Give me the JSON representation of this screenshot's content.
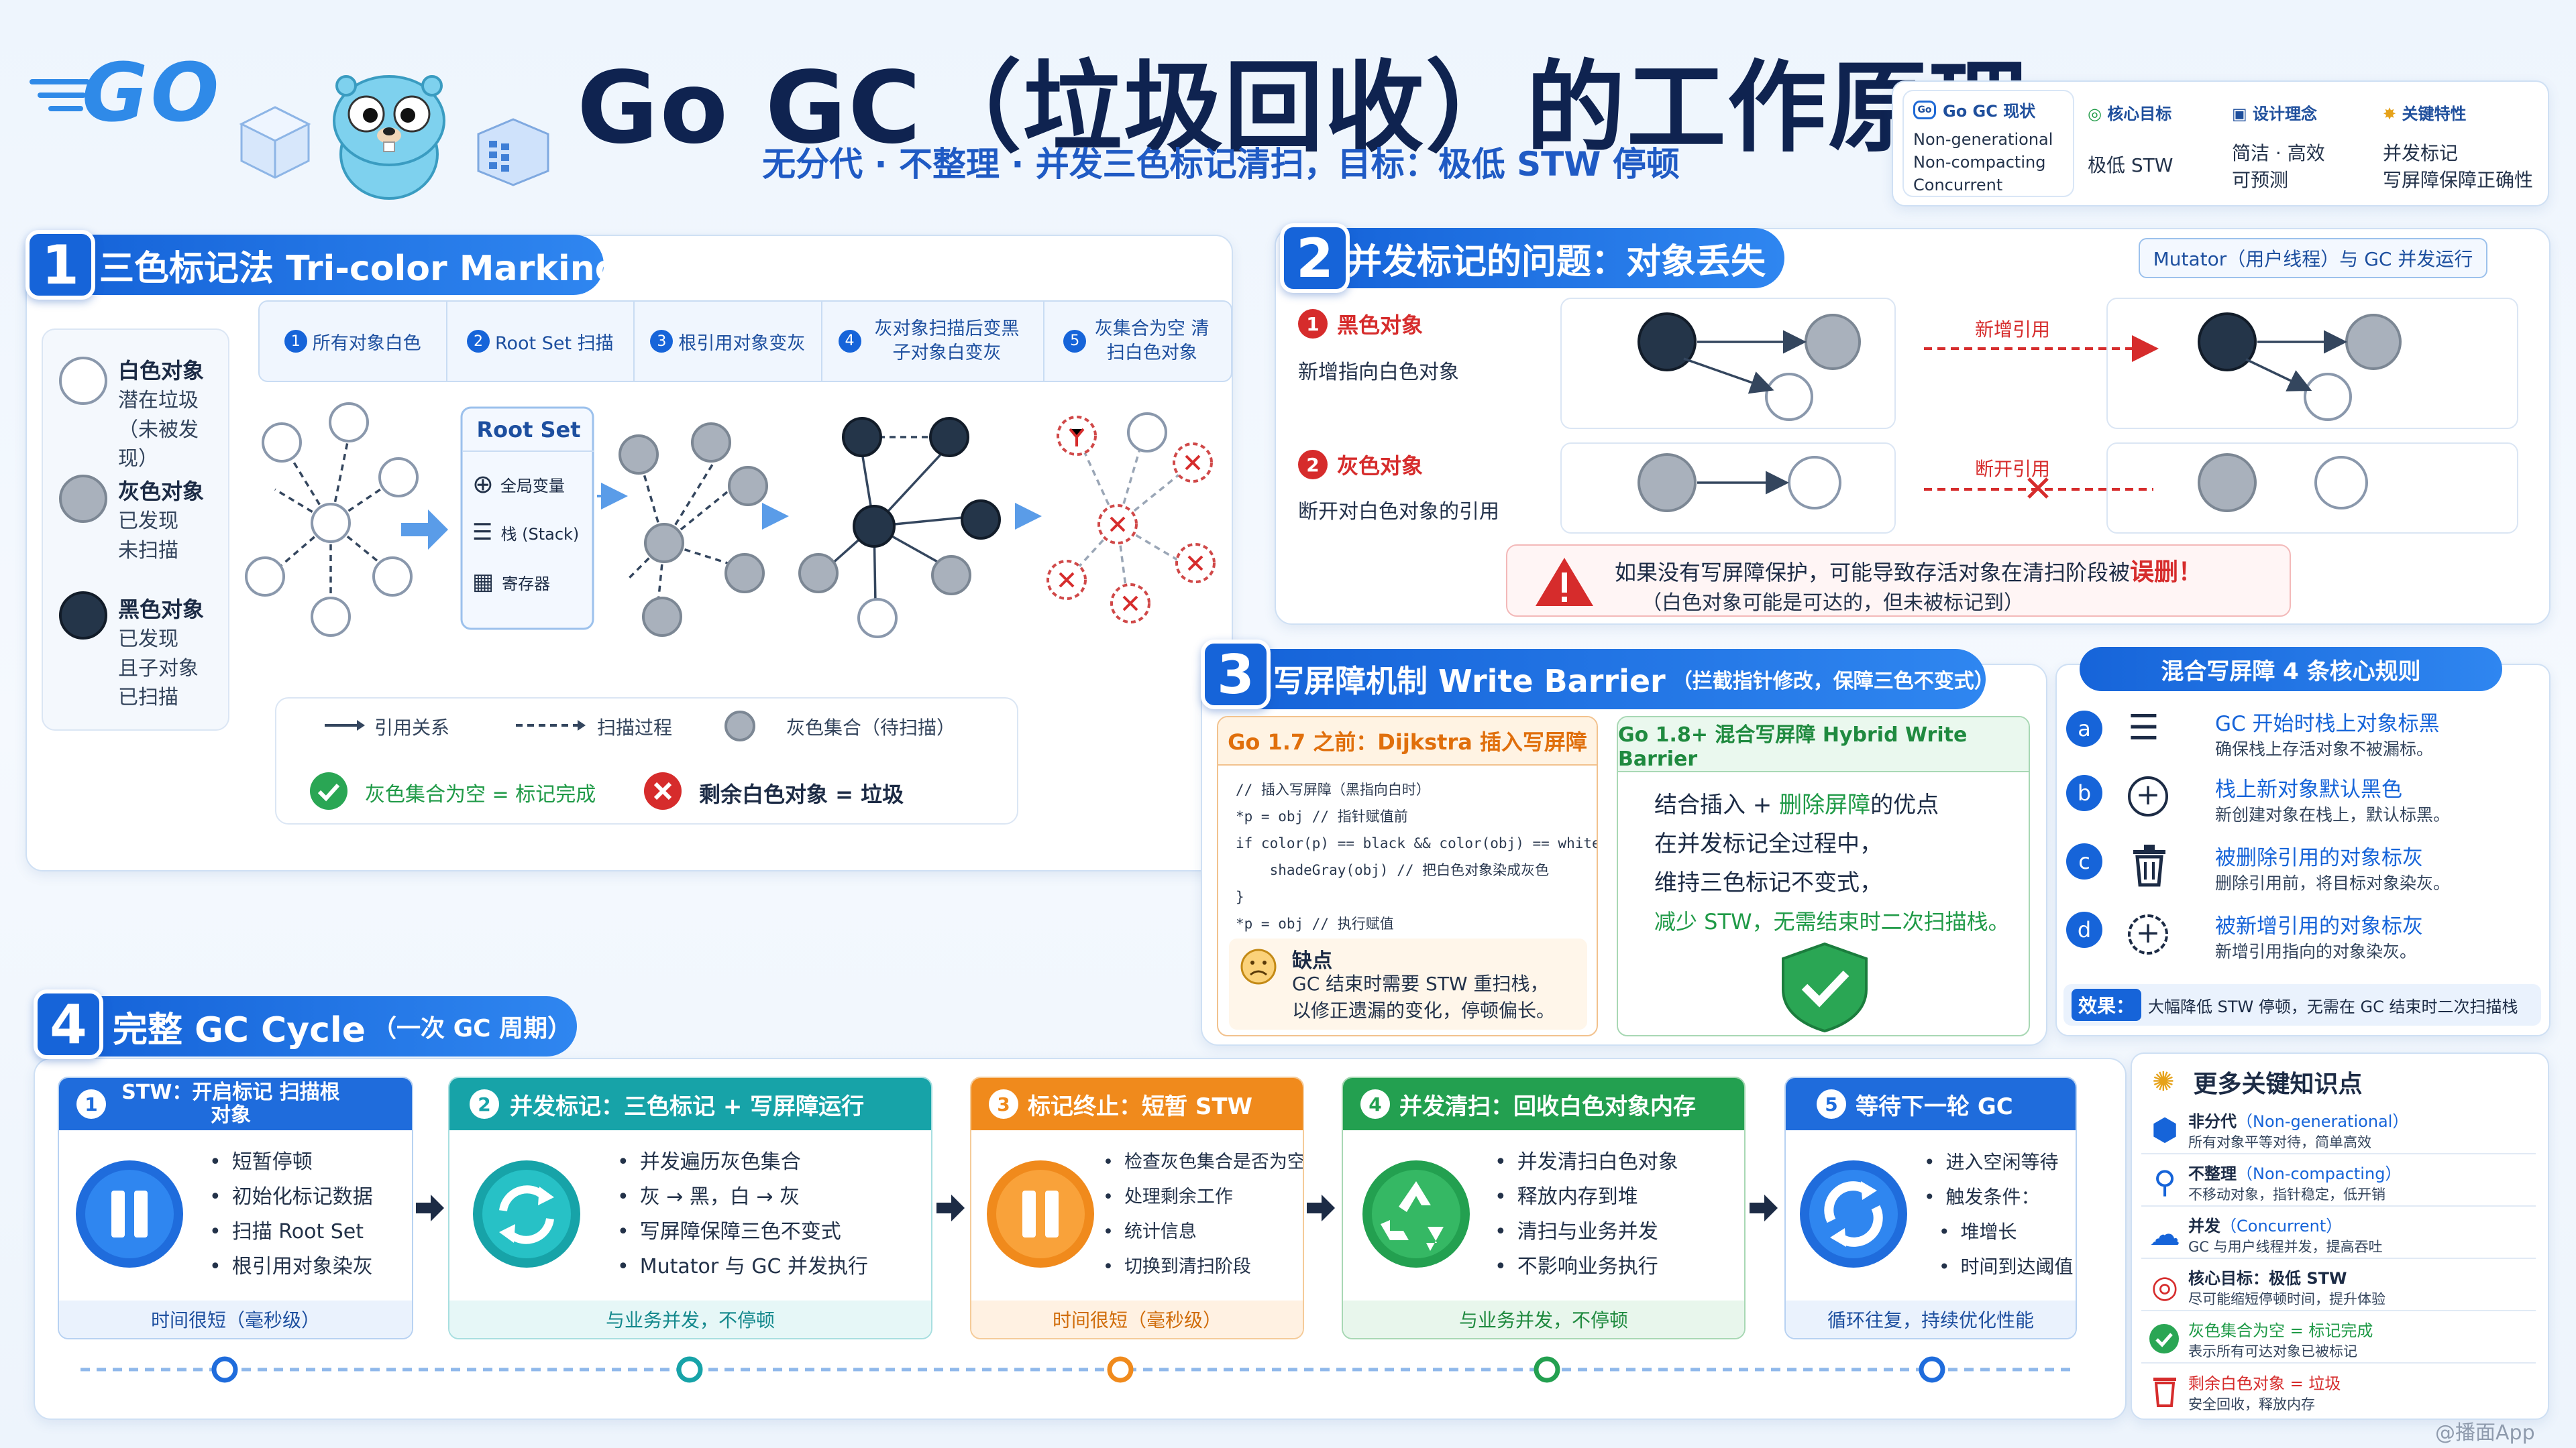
{
  "header": {
    "logo_text": "GO",
    "title": "Go GC（垃圾回收）的工作原理",
    "subtitle": "无分代 · 不整理 · 并发三色标记清扫，目标：极低 STW 停顿"
  },
  "summary": [
    {
      "title": "Go GC 现状",
      "icon": "go-icon",
      "lines": [
        "Non-generational",
        "Non-compacting",
        "Concurrent"
      ]
    },
    {
      "title": "核心目标",
      "icon": "target-icon",
      "lines": [
        "极低 STW"
      ]
    },
    {
      "title": "设计理念",
      "icon": "idea-icon",
      "lines": [
        "简洁 · 高效",
        "可预测"
      ]
    },
    {
      "title": "关键特性",
      "icon": "star-icon",
      "lines": [
        "并发标记",
        "写屏障保障正确性"
      ]
    }
  ],
  "s1": {
    "num": "1",
    "title": "三色标记法 Tri-color Marking",
    "legend": [
      {
        "name": "白色对象",
        "lines": [
          "潜在垃圾",
          "（未被发现）"
        ]
      },
      {
        "name": "灰色对象",
        "lines": [
          "已发现",
          "未扫描"
        ]
      },
      {
        "name": "黑色对象",
        "lines": [
          "已发现",
          "且子对象",
          "已扫描"
        ]
      }
    ],
    "steps": [
      {
        "num": "1",
        "label": "所有对象白色"
      },
      {
        "num": "2",
        "label": "Root Set 扫描"
      },
      {
        "num": "3",
        "label": "根引用对象变灰"
      },
      {
        "num": "4",
        "label": "灰对象扫描后变黑 子对象白变灰"
      },
      {
        "num": "5",
        "label": "灰集合为空 清扫白色对象"
      }
    ],
    "rootset": {
      "title": "Root Set",
      "items": [
        "全局变量",
        "栈 (Stack)",
        "寄存器"
      ]
    },
    "keys": {
      "ref": "引用关系",
      "scan": "扫描过程",
      "gray": "灰色集合（待扫描）",
      "done": "灰色集合为空 = 标记完成",
      "garbage": "剩余白色对象 = 垃圾"
    }
  },
  "s2": {
    "num": "2",
    "title": "并发标记的问题：对象丢失",
    "tag": "Mutator（用户线程）与 GC 并发运行",
    "case1": {
      "num": "1",
      "title": "黑色对象",
      "desc": "新增指向白色对象",
      "arrow": "新增引用"
    },
    "case2": {
      "num": "2",
      "title": "灰色对象",
      "desc": "断开对白色对象的引用",
      "arrow": "断开引用"
    },
    "warn": {
      "line1": "如果没有写屏障保护，可能导致存活对象在清扫阶段被",
      "emph": "误删！",
      "line2": "（白色对象可能是可达的，但未被标记到）"
    }
  },
  "s3": {
    "num": "3",
    "title": "写屏障机制 Write Barrier",
    "note": "（拦截指针修改，保障三色不变式）",
    "dijkstra": {
      "title": "Go 1.7 之前：Dijkstra 插入写屏障",
      "code": [
        "// 插入写屏障（黑指向白时）",
        "*p = obj  //  指针赋值前",
        "if color(p) == black && color(obj) == white {",
        "    shadeGray(obj) // 把白色对象染成灰色",
        "}",
        "*p = obj  //  执行赋值"
      ],
      "con_title": "缺点",
      "con": [
        "GC 结束时需要 STW 重扫栈，",
        "以修正遗漏的变化，停顿偏长。"
      ]
    },
    "hybrid": {
      "title": "Go 1.8+ 混合写屏障 Hybrid Write Barrier",
      "l1a": "结合插入 + ",
      "l1b": "删除屏障",
      "l1c": "的优点",
      "l2": "在并发标记全过程中，",
      "l3": "维持三色标记不变式，",
      "l4": "减少 STW，无需结束时二次扫描栈。"
    }
  },
  "rules": {
    "title": "混合写屏障 4 条核心规则",
    "items": [
      {
        "letter": "a",
        "title": "GC 开始时栈上对象标黑",
        "desc": "确保栈上存活对象不被漏标。"
      },
      {
        "letter": "b",
        "title": "栈上新对象默认黑色",
        "desc": "新创建对象在栈上，默认标黑。"
      },
      {
        "letter": "c",
        "title": "被删除引用的对象标灰",
        "desc": "删除引用前，将目标对象染灰。"
      },
      {
        "letter": "d",
        "title": "被新增引用的对象标灰",
        "desc": "新增引用指向的对象染灰。"
      }
    ],
    "effect_label": "效果：",
    "effect": "大幅降低 STW 停顿，无需在 GC 结束时二次扫描栈"
  },
  "s4": {
    "num": "4",
    "title": "完整 GC Cycle",
    "note": "（一次 GC 周期）",
    "phases": [
      {
        "num": "1",
        "title": "STW：开启标记 扫描根对象",
        "bullets": [
          "短暂停顿",
          "初始化标记数据",
          "扫描 Root Set",
          "根引用对象染灰"
        ],
        "footer": "时间很短（毫秒级）"
      },
      {
        "num": "2",
        "title": "并发标记：三色标记 + 写屏障运行",
        "bullets": [
          "并发遍历灰色集合",
          "灰 → 黑，白 → 灰",
          "写屏障保障三色不变式",
          "Mutator 与 GC 并发执行"
        ],
        "footer": "与业务并发，不停顿"
      },
      {
        "num": "3",
        "title": "标记终止：短暂 STW",
        "bullets": [
          "检查灰色集合是否为空",
          "处理剩余工作",
          "统计信息",
          "切换到清扫阶段"
        ],
        "footer": "时间很短（毫秒级）"
      },
      {
        "num": "4",
        "title": "并发清扫：回收白色对象内存",
        "bullets": [
          "并发清扫白色对象",
          "释放内存到堆",
          "清扫与业务并发",
          "不影响业务执行"
        ],
        "footer": "与业务并发，不停顿"
      },
      {
        "num": "5",
        "title": "等待下一轮 GC",
        "bullets": [
          "进入空闲等待",
          "触发条件：",
          "堆增长",
          "时间到达阈值"
        ],
        "footer": "循环往复，持续优化性能"
      }
    ]
  },
  "more": {
    "title": "更多关键知识点",
    "items": [
      {
        "title": "非分代",
        "note": "（Non-generational）",
        "desc": "所有对象平等对待，简单高效",
        "icon": "cube-icon",
        "color": "#1664d9"
      },
      {
        "title": "不整理",
        "note": "（Non-compacting）",
        "desc": "不移动对象，指针稳定，低开销",
        "icon": "pin-icon",
        "color": "#1664d9"
      },
      {
        "title": "并发",
        "note": "（Concurrent）",
        "desc": "GC 与用户线程并发，提高吞吐",
        "icon": "cloud-icon",
        "color": "#1664d9"
      },
      {
        "title": "核心目标：极低 STW",
        "note": "",
        "desc": "尽可能缩短停顿时间，提升体验",
        "icon": "target-icon",
        "color": "#1c2b45"
      },
      {
        "title": "灰色集合为空 = 标记完成",
        "note": "",
        "desc": "表示所有可达对象已被标记",
        "icon": "check-icon",
        "color": "#1f9a47"
      },
      {
        "title": "剩余白色对象 = 垃圾",
        "note": "",
        "desc": "安全回收，释放内存",
        "icon": "trash-icon",
        "color": "#d62c2c"
      }
    ]
  },
  "watermark": "@播面App",
  "colors": {
    "primary": "#1664d9",
    "green": "#1f9a47",
    "orange": "#f08a1c",
    "teal": "#17a3a8",
    "red": "#d62c2c"
  }
}
